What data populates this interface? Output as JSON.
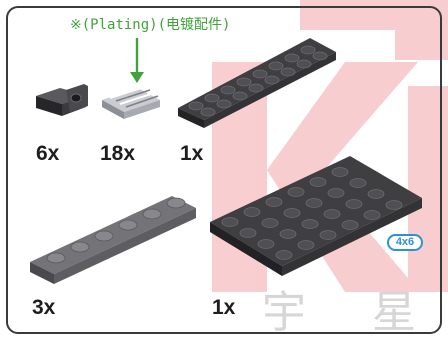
{
  "plating_note": "※(Plating)(电镀配件)",
  "watermark": {
    "left": "宇",
    "right": "星"
  },
  "parts": [
    {
      "name": "bracket",
      "count": "6x"
    },
    {
      "name": "grille-tile",
      "count": "18x"
    },
    {
      "name": "plate-2x8",
      "count": "1x"
    },
    {
      "name": "plate-1x6",
      "count": "3x"
    },
    {
      "name": "plate-4x6",
      "count": "1x",
      "size_label": "4x6"
    }
  ],
  "colors": {
    "brand_red": "#e3202a",
    "plating_arrow": "#3fa33a",
    "size_badge": "#2f8fd8",
    "brick": "#3f3f42"
  }
}
